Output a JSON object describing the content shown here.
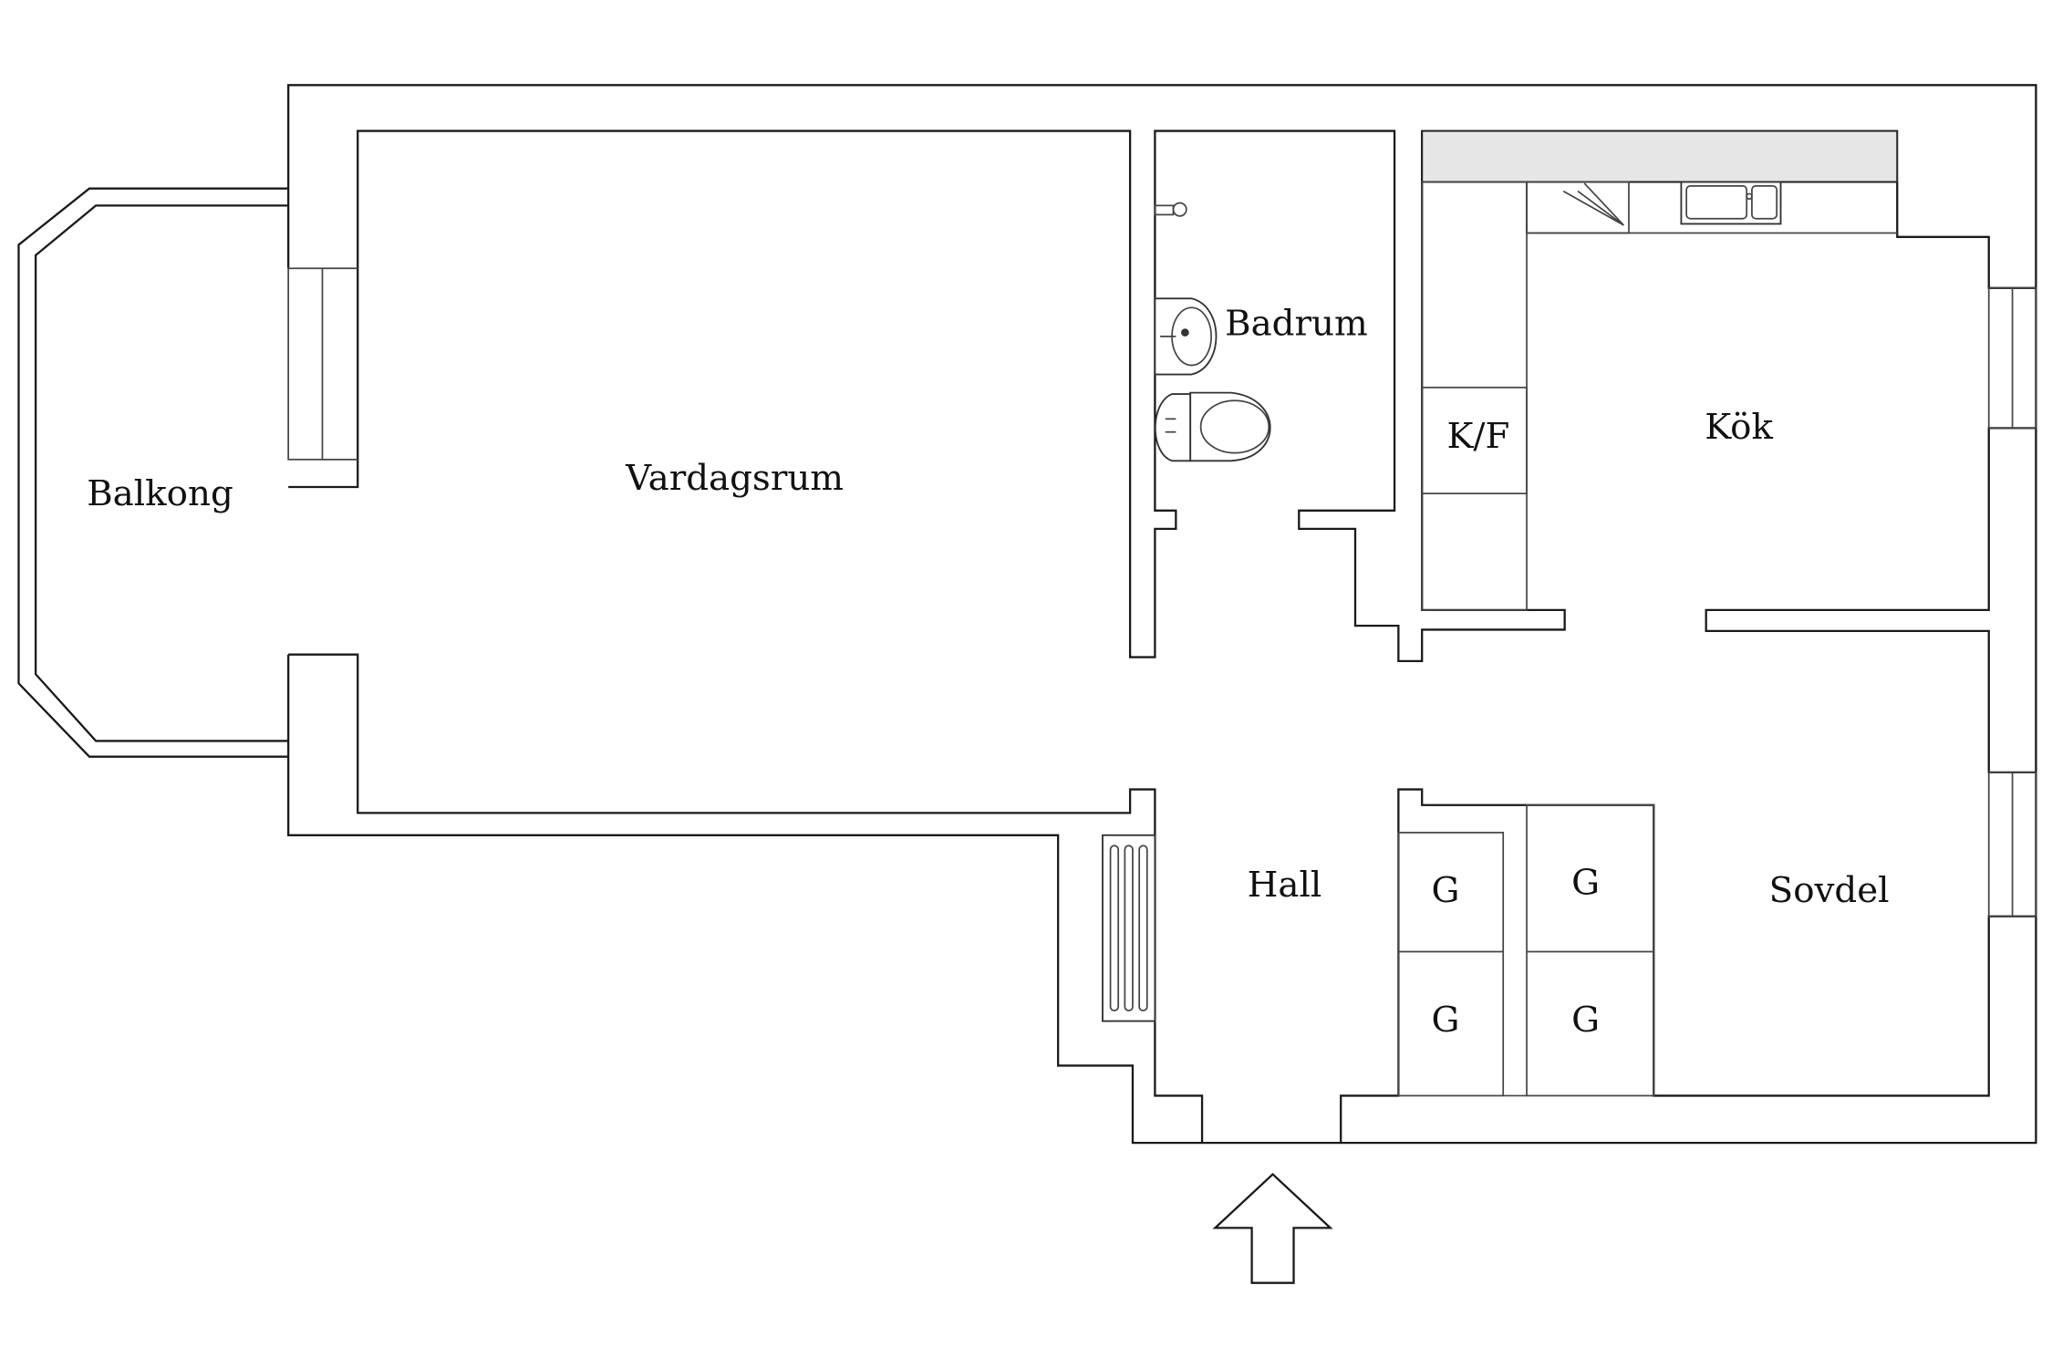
{
  "rooms": {
    "balkong": "Balkong",
    "vardagsrum": "Vardagsrum",
    "badrum": "Badrum",
    "kok": "Kök",
    "kf": "K/F",
    "hall": "Hall",
    "sovdel": "Sovdel",
    "garderob_1": "G",
    "garderob_2": "G",
    "garderob_3": "G",
    "garderob_4": "G"
  },
  "icons": {
    "entrance": "entrance-arrow-icon",
    "radiator": "radiator-icon",
    "sink": "sink-icon",
    "toilet": "toilet-icon",
    "kitchen_sink": "kitchen-sink-icon",
    "stove": "stove-icon",
    "tap": "tap-icon"
  },
  "colors": {
    "wall": "#1a1a1a",
    "counter": "#e6e6e6",
    "background": "#ffffff"
  }
}
